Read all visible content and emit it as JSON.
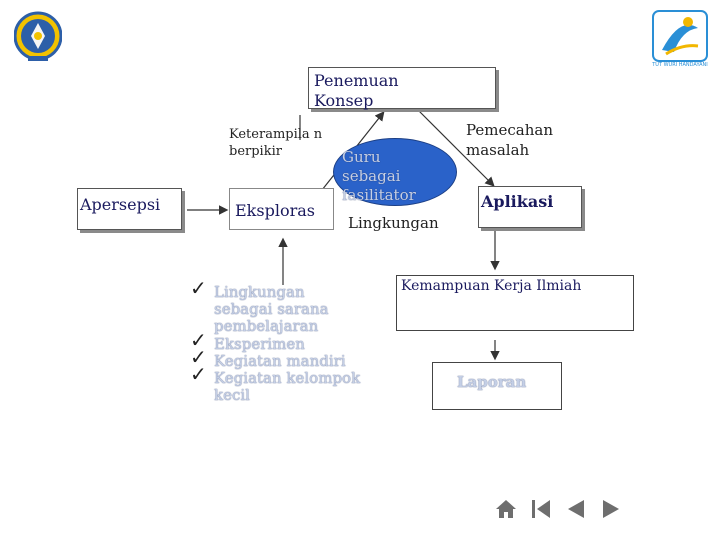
{
  "nodes": {
    "penemuan_konsep": "Penemuan Konsep",
    "keterampilan": "Keterampila n berpikir",
    "guru": "Guru sebagai fasilitator",
    "lingkungan": "Lingkungan",
    "pemecahan": "Pemecahan masalah",
    "apersepsi": "Apersepsi",
    "eksplorasi": "Eksploras",
    "aplikasi": "Aplikasi",
    "kemampuan": "Kemampuan Kerja Ilmiah",
    "laporan": "Laporan"
  },
  "checklist": [
    {
      "check": "ü",
      "text": "Lingkungan sebagai sarana pembelajaran"
    },
    {
      "check": "ü",
      "text": "Eksperimen"
    },
    {
      "check": "ü",
      "text": "Kegiatan mandiri"
    },
    {
      "check": "ü",
      "text": "Kegiatan kelompok kecil"
    }
  ],
  "logo_right_text": "TUT WURI HANDAYANI",
  "colors": {
    "accent_blue": "#2a62c9",
    "line": "#333333",
    "navy_text": "#1a1a5e"
  },
  "nav": [
    "home-icon",
    "first-slide-icon",
    "previous-icon",
    "next-icon"
  ]
}
